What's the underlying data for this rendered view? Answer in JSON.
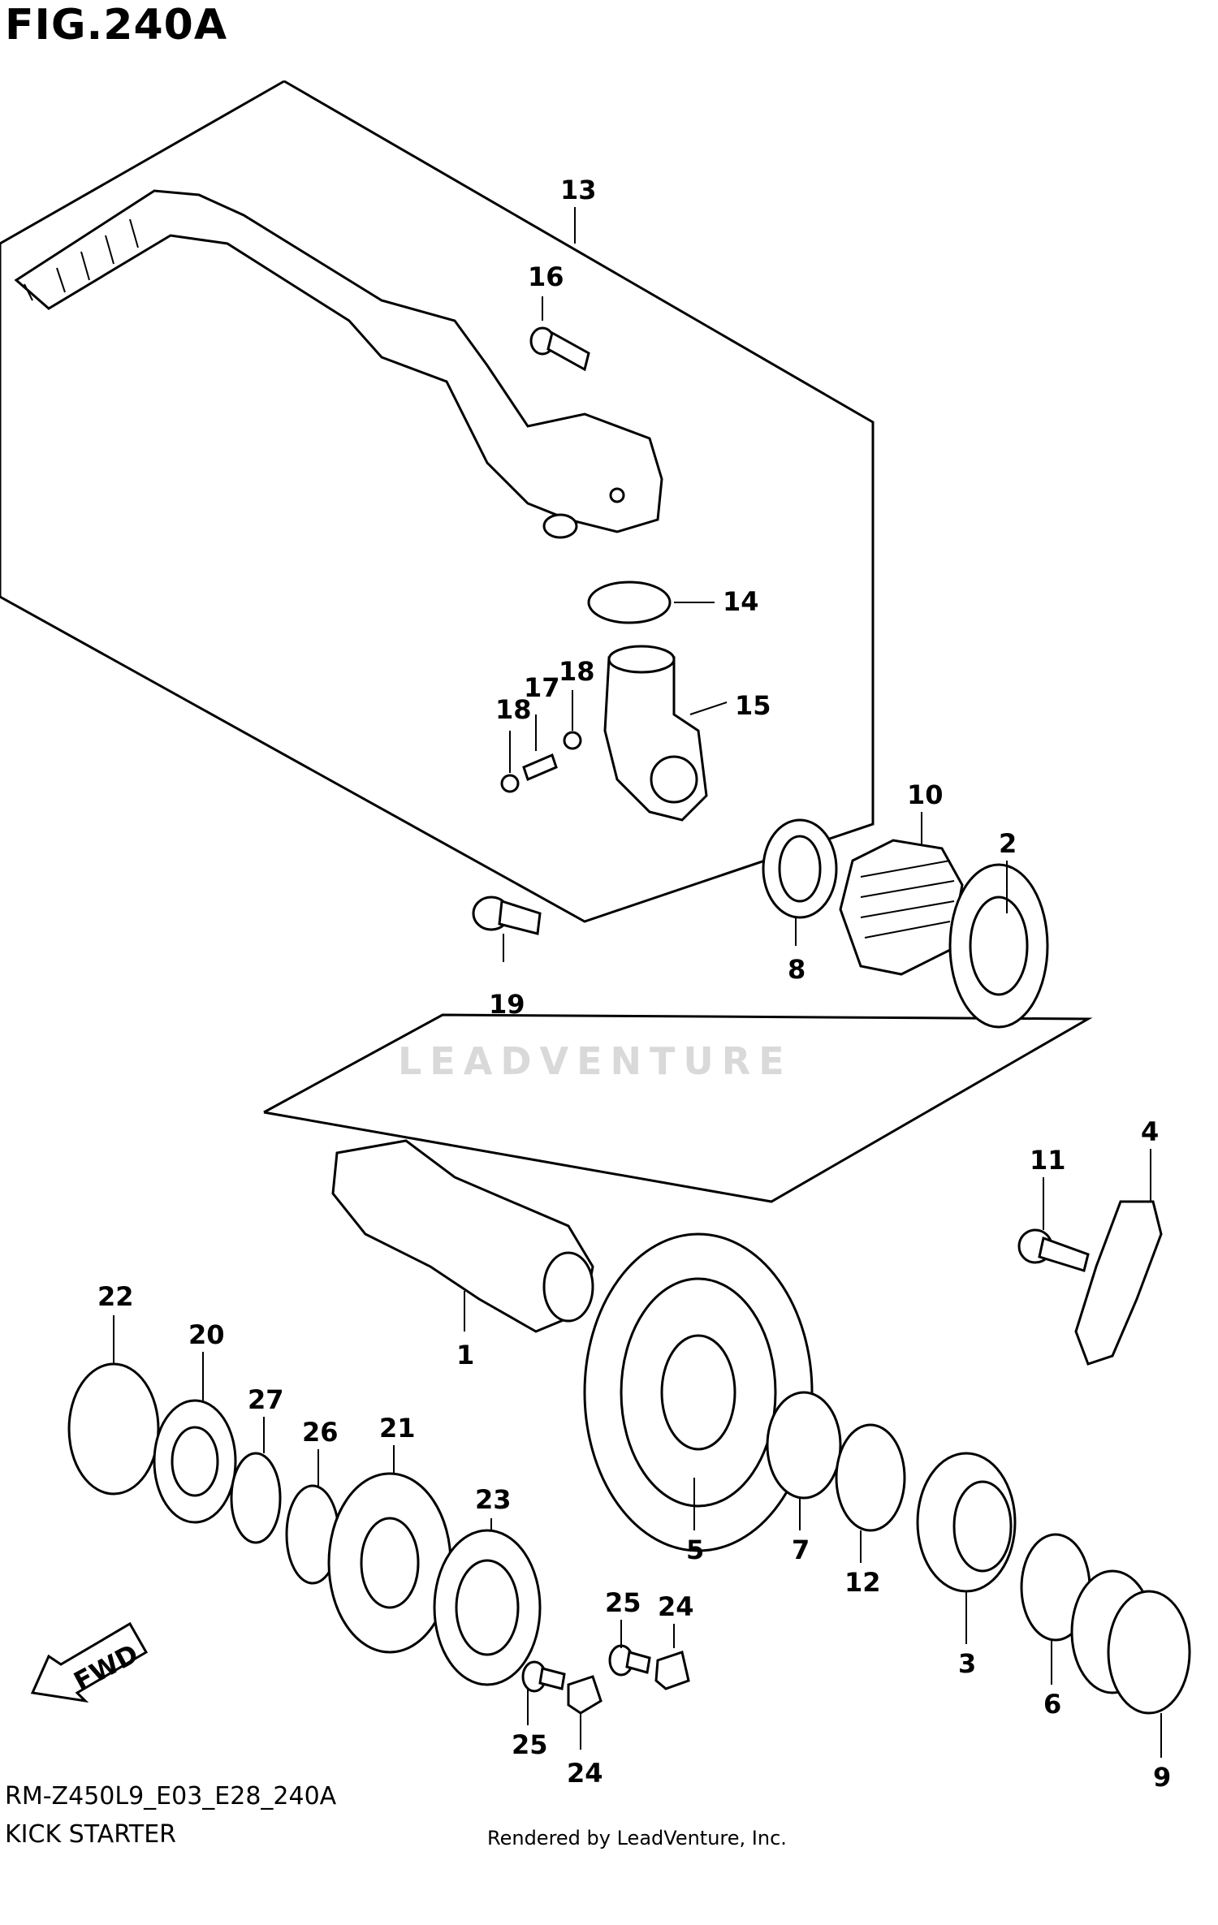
{
  "figure": {
    "title": "FIG.240A",
    "code": "RM-Z450L9_E03_E28_240A",
    "name": "KICK STARTER",
    "credit": "Rendered by LeadVenture, Inc.",
    "watermark": "LEADVENTURE",
    "fwd_label": "FWD"
  },
  "callouts": [
    {
      "id": "c13",
      "text": "13"
    },
    {
      "id": "c16",
      "text": "16"
    },
    {
      "id": "c14",
      "text": "14"
    },
    {
      "id": "c15",
      "text": "15"
    },
    {
      "id": "c17",
      "text": "17"
    },
    {
      "id": "c18a",
      "text": "18"
    },
    {
      "id": "c18b",
      "text": "18"
    },
    {
      "id": "c19",
      "text": "19"
    },
    {
      "id": "c10",
      "text": "10"
    },
    {
      "id": "c2",
      "text": "2"
    },
    {
      "id": "c8",
      "text": "8"
    },
    {
      "id": "c4",
      "text": "4"
    },
    {
      "id": "c11",
      "text": "11"
    },
    {
      "id": "c1",
      "text": "1"
    },
    {
      "id": "c22",
      "text": "22"
    },
    {
      "id": "c20",
      "text": "20"
    },
    {
      "id": "c27",
      "text": "27"
    },
    {
      "id": "c26",
      "text": "26"
    },
    {
      "id": "c21",
      "text": "21"
    },
    {
      "id": "c23",
      "text": "23"
    },
    {
      "id": "c5",
      "text": "5"
    },
    {
      "id": "c7",
      "text": "7"
    },
    {
      "id": "c12",
      "text": "12"
    },
    {
      "id": "c3",
      "text": "3"
    },
    {
      "id": "c6",
      "text": "6"
    },
    {
      "id": "c9",
      "text": "9"
    },
    {
      "id": "c25a",
      "text": "25"
    },
    {
      "id": "c24a",
      "text": "24"
    },
    {
      "id": "c25b",
      "text": "25"
    },
    {
      "id": "c24b",
      "text": "24"
    }
  ]
}
